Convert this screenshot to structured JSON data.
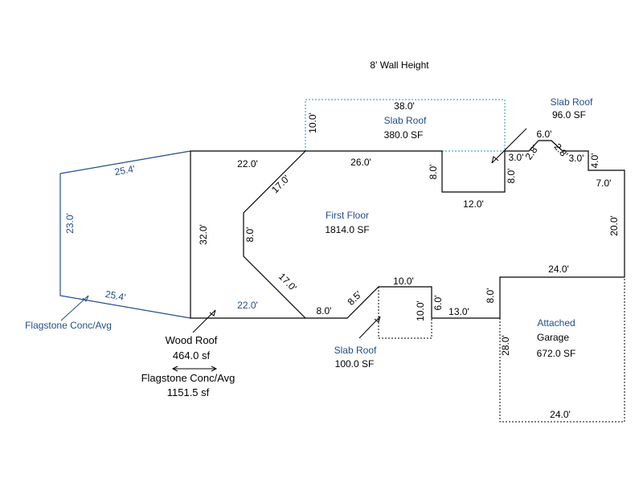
{
  "header": {
    "wall_height": "8' Wall Height"
  },
  "first_floor": {
    "name": "First Floor",
    "area": "1814.0 SF"
  },
  "garage": {
    "name_line1": "Attached",
    "name_line2": "Garage",
    "area": "672.0 SF"
  },
  "slab_roof_top": {
    "name": "Slab Roof",
    "area": "380.0 SF"
  },
  "slab_roof_right": {
    "name": "Slab Roof",
    "area": "96.0 SF"
  },
  "slab_roof_bottom": {
    "name": "Slab Roof",
    "area": "100.0 SF"
  },
  "wood_roof": {
    "name": "Wood Roof",
    "area": "464.0 sf"
  },
  "flagstone_bottom": {
    "name": "Flagstone Conc/Avg",
    "area": "1151.5 sf"
  },
  "flagstone_left": {
    "name": "Flagstone Conc/Avg"
  },
  "dimensions": {
    "d_254_top": "25.4'",
    "d_254_bottom": "25.4'",
    "d_230": "23.0'",
    "d_320": "32.0'",
    "d_220_top": "22.0'",
    "d_220_bottom": "22.0'",
    "d_170_top": "17.0'",
    "d_170_bottom": "17.0'",
    "d_80_left": "8.0'",
    "d_80_bottom": "8.0'",
    "d_85": "8.5'",
    "d_100_bump": "10.0'",
    "d_100_bump_v": "10.0'",
    "d_60_bump": "6.0'",
    "d_130": "13.0'",
    "d_80_gar": "8.0'",
    "d_240_top": "24.0'",
    "d_240_bottom": "24.0'",
    "d_280": "28.0'",
    "d_200": "20.0'",
    "d_70": "7.0'",
    "d_40": "4.0'",
    "d_30_a": "3.0'",
    "d_30_b": "3.0'",
    "d_28_a": "2.8'",
    "d_28_b": "2.8'",
    "d_60_top": "6.0'",
    "d_80_notch_l": "8.0'",
    "d_80_notch_r": "8.0'",
    "d_120": "12.0'",
    "d_260": "26.0'",
    "d_380": "38.0'",
    "d_100_slab": "10.0'"
  }
}
